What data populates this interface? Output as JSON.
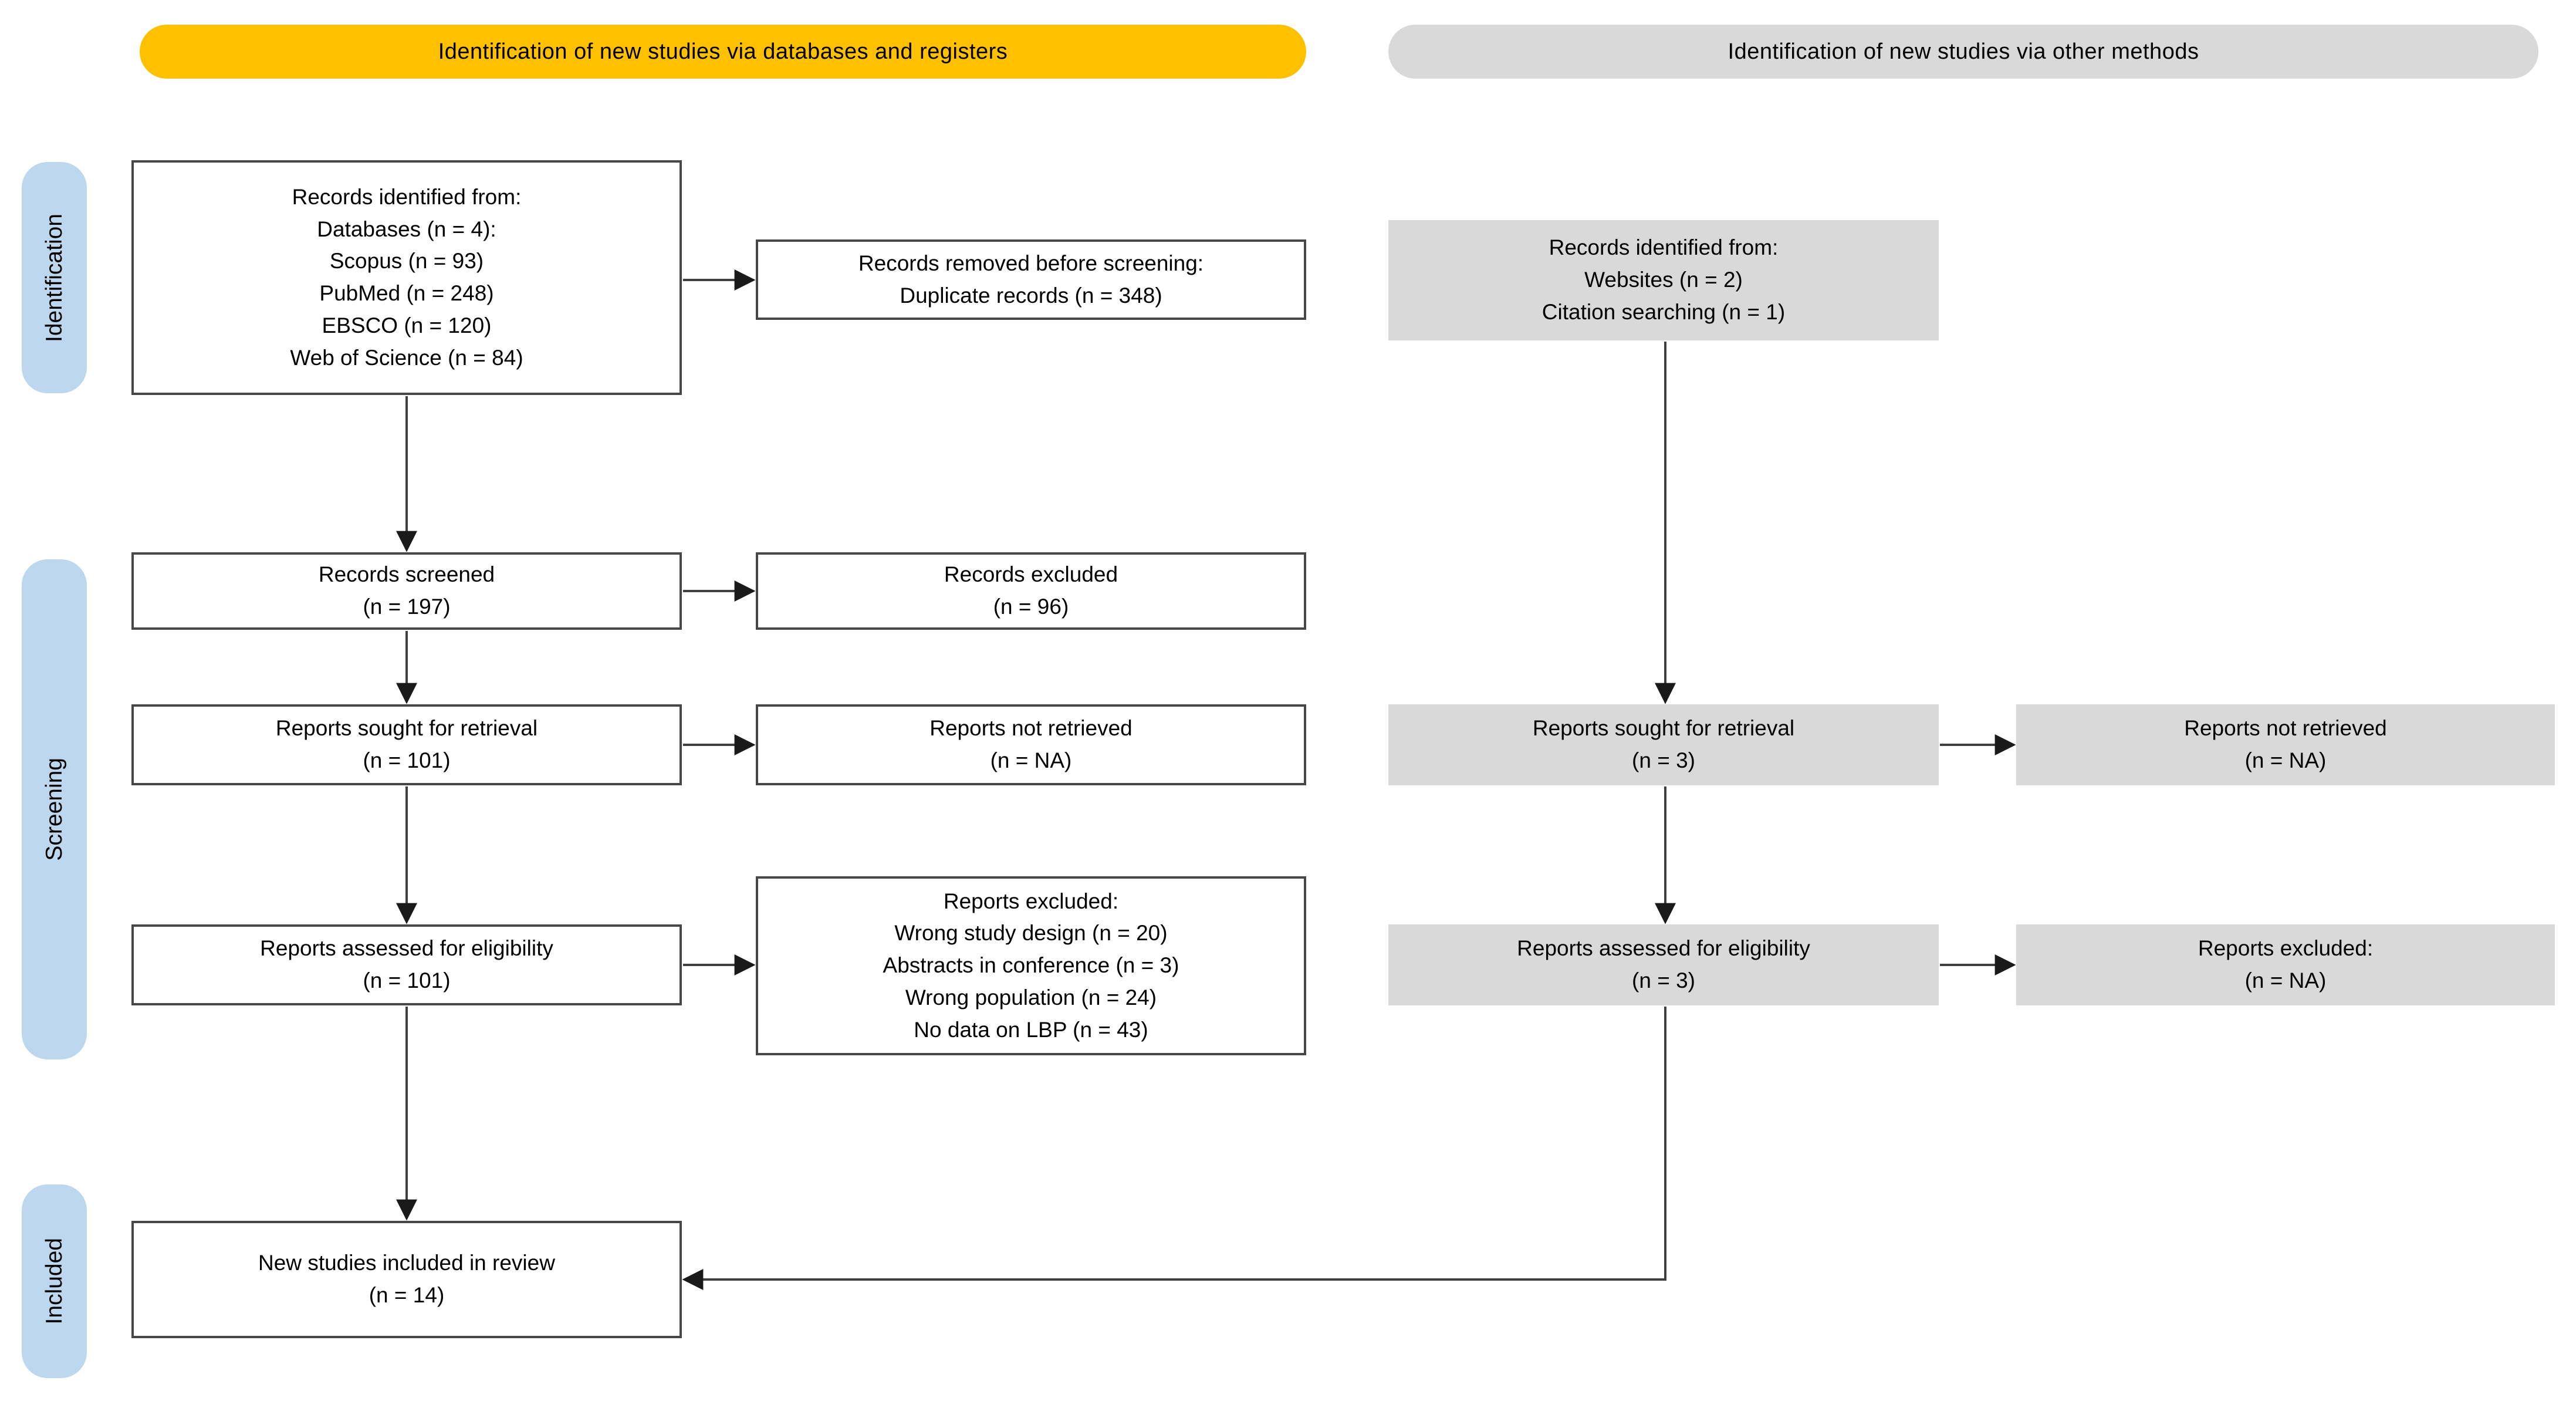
{
  "banners": {
    "databases": "Identification of new studies via databases and registers",
    "other_methods": "Identification of new studies via other methods"
  },
  "stage_labels": {
    "identification": "Identification",
    "screening": "Screening",
    "included": "Included"
  },
  "left_track": {
    "records_identified": {
      "lines": [
        "Records identified from:",
        "Databases (n = 4):",
        "Scopus (n = 93)",
        "PubMed (n = 248)",
        "EBSCO (n = 120)",
        "Web of Science (n = 84)"
      ]
    },
    "records_removed": {
      "lines": [
        "Records removed before screening:",
        "Duplicate records (n = 348)"
      ]
    },
    "records_screened": {
      "lines": [
        "Records screened",
        "(n = 197)"
      ]
    },
    "records_excluded": {
      "lines": [
        "Records excluded",
        "(n = 96)"
      ]
    },
    "reports_sought": {
      "lines": [
        "Reports sought for retrieval",
        "(n = 101)"
      ]
    },
    "reports_not_retrieved": {
      "lines": [
        "Reports not retrieved",
        "(n = NA)"
      ]
    },
    "reports_assessed": {
      "lines": [
        "Reports assessed for eligibility",
        "(n = 101)"
      ]
    },
    "reports_excluded": {
      "lines": [
        "Reports excluded:",
        "Wrong study design (n = 20)",
        "Abstracts in conference (n = 3)",
        "Wrong population (n = 24)",
        "No data on LBP (n = 43)"
      ]
    },
    "new_studies_included": {
      "lines": [
        "New studies included in review",
        "(n = 14)"
      ]
    }
  },
  "right_track": {
    "records_identified": {
      "lines": [
        "Records identified from:",
        "Websites (n = 2)",
        "Citation searching (n = 1)"
      ]
    },
    "reports_sought": {
      "lines": [
        "Reports sought for retrieval",
        "(n = 3)"
      ]
    },
    "reports_not_retrieved": {
      "lines": [
        "Reports not retrieved",
        "(n = NA)"
      ]
    },
    "reports_assessed": {
      "lines": [
        "Reports assessed for eligibility",
        "(n = 3)"
      ]
    },
    "reports_excluded": {
      "lines": [
        "Reports excluded:",
        "(n = NA)"
      ]
    }
  },
  "colors": {
    "banner_databases_bg": "#FFC000",
    "banner_other_methods_bg": "#D9D9D9",
    "stage_pill_bg": "#BDD7EE",
    "gray_box_bg": "#D9D9D9",
    "white_box_border": "#474747",
    "arrow_line": "#404040",
    "arrow_head": "#1a1a1a",
    "text": "#000000",
    "background": "#ffffff"
  }
}
